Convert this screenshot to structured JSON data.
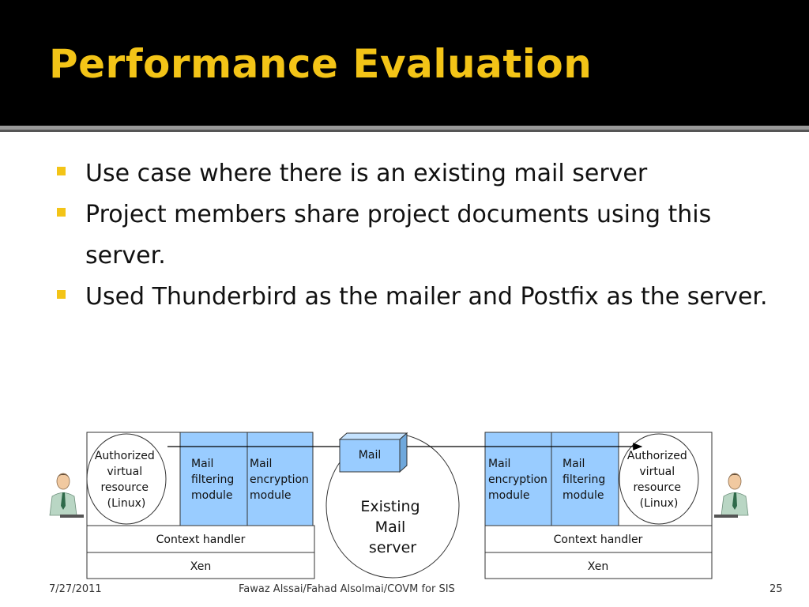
{
  "slide": {
    "title": "Performance Evaluation",
    "bullets": [
      "Use case where there is an existing mail server",
      "Project members share project documents using this server.",
      "Used Thunderbird as the mailer and Postfix as the server."
    ]
  },
  "diagram": {
    "left_stack": {
      "resource_lines": [
        "Authorized",
        "virtual",
        "resource",
        "(Linux)"
      ],
      "filtering_lines": [
        "Mail",
        "filtering",
        "module"
      ],
      "encryption_lines": [
        "Mail",
        "encryption",
        "module"
      ],
      "context_label": "Context handler",
      "hypervisor_label": "Xen"
    },
    "server": {
      "mail_label": "Mail",
      "server_lines": [
        "Existing",
        "Mail",
        "server"
      ]
    },
    "right_stack": {
      "encryption_lines": [
        "Mail",
        "encryption",
        "module"
      ],
      "filtering_lines": [
        "Mail",
        "filtering",
        "module"
      ],
      "resource_lines": [
        "Authorized",
        "virtual",
        "resource",
        "(Linux)"
      ],
      "context_label": "Context handler",
      "hypervisor_label": "Xen"
    }
  },
  "footer": {
    "date": "7/27/2011",
    "center": "Fawaz Alssai/Fahad Alsolmai/COVM for SIS",
    "page": "25"
  },
  "colors": {
    "header_bg": "#000000",
    "title": "#f3c417",
    "bullet": "#f3c417",
    "module_fill": "#99ccff"
  }
}
